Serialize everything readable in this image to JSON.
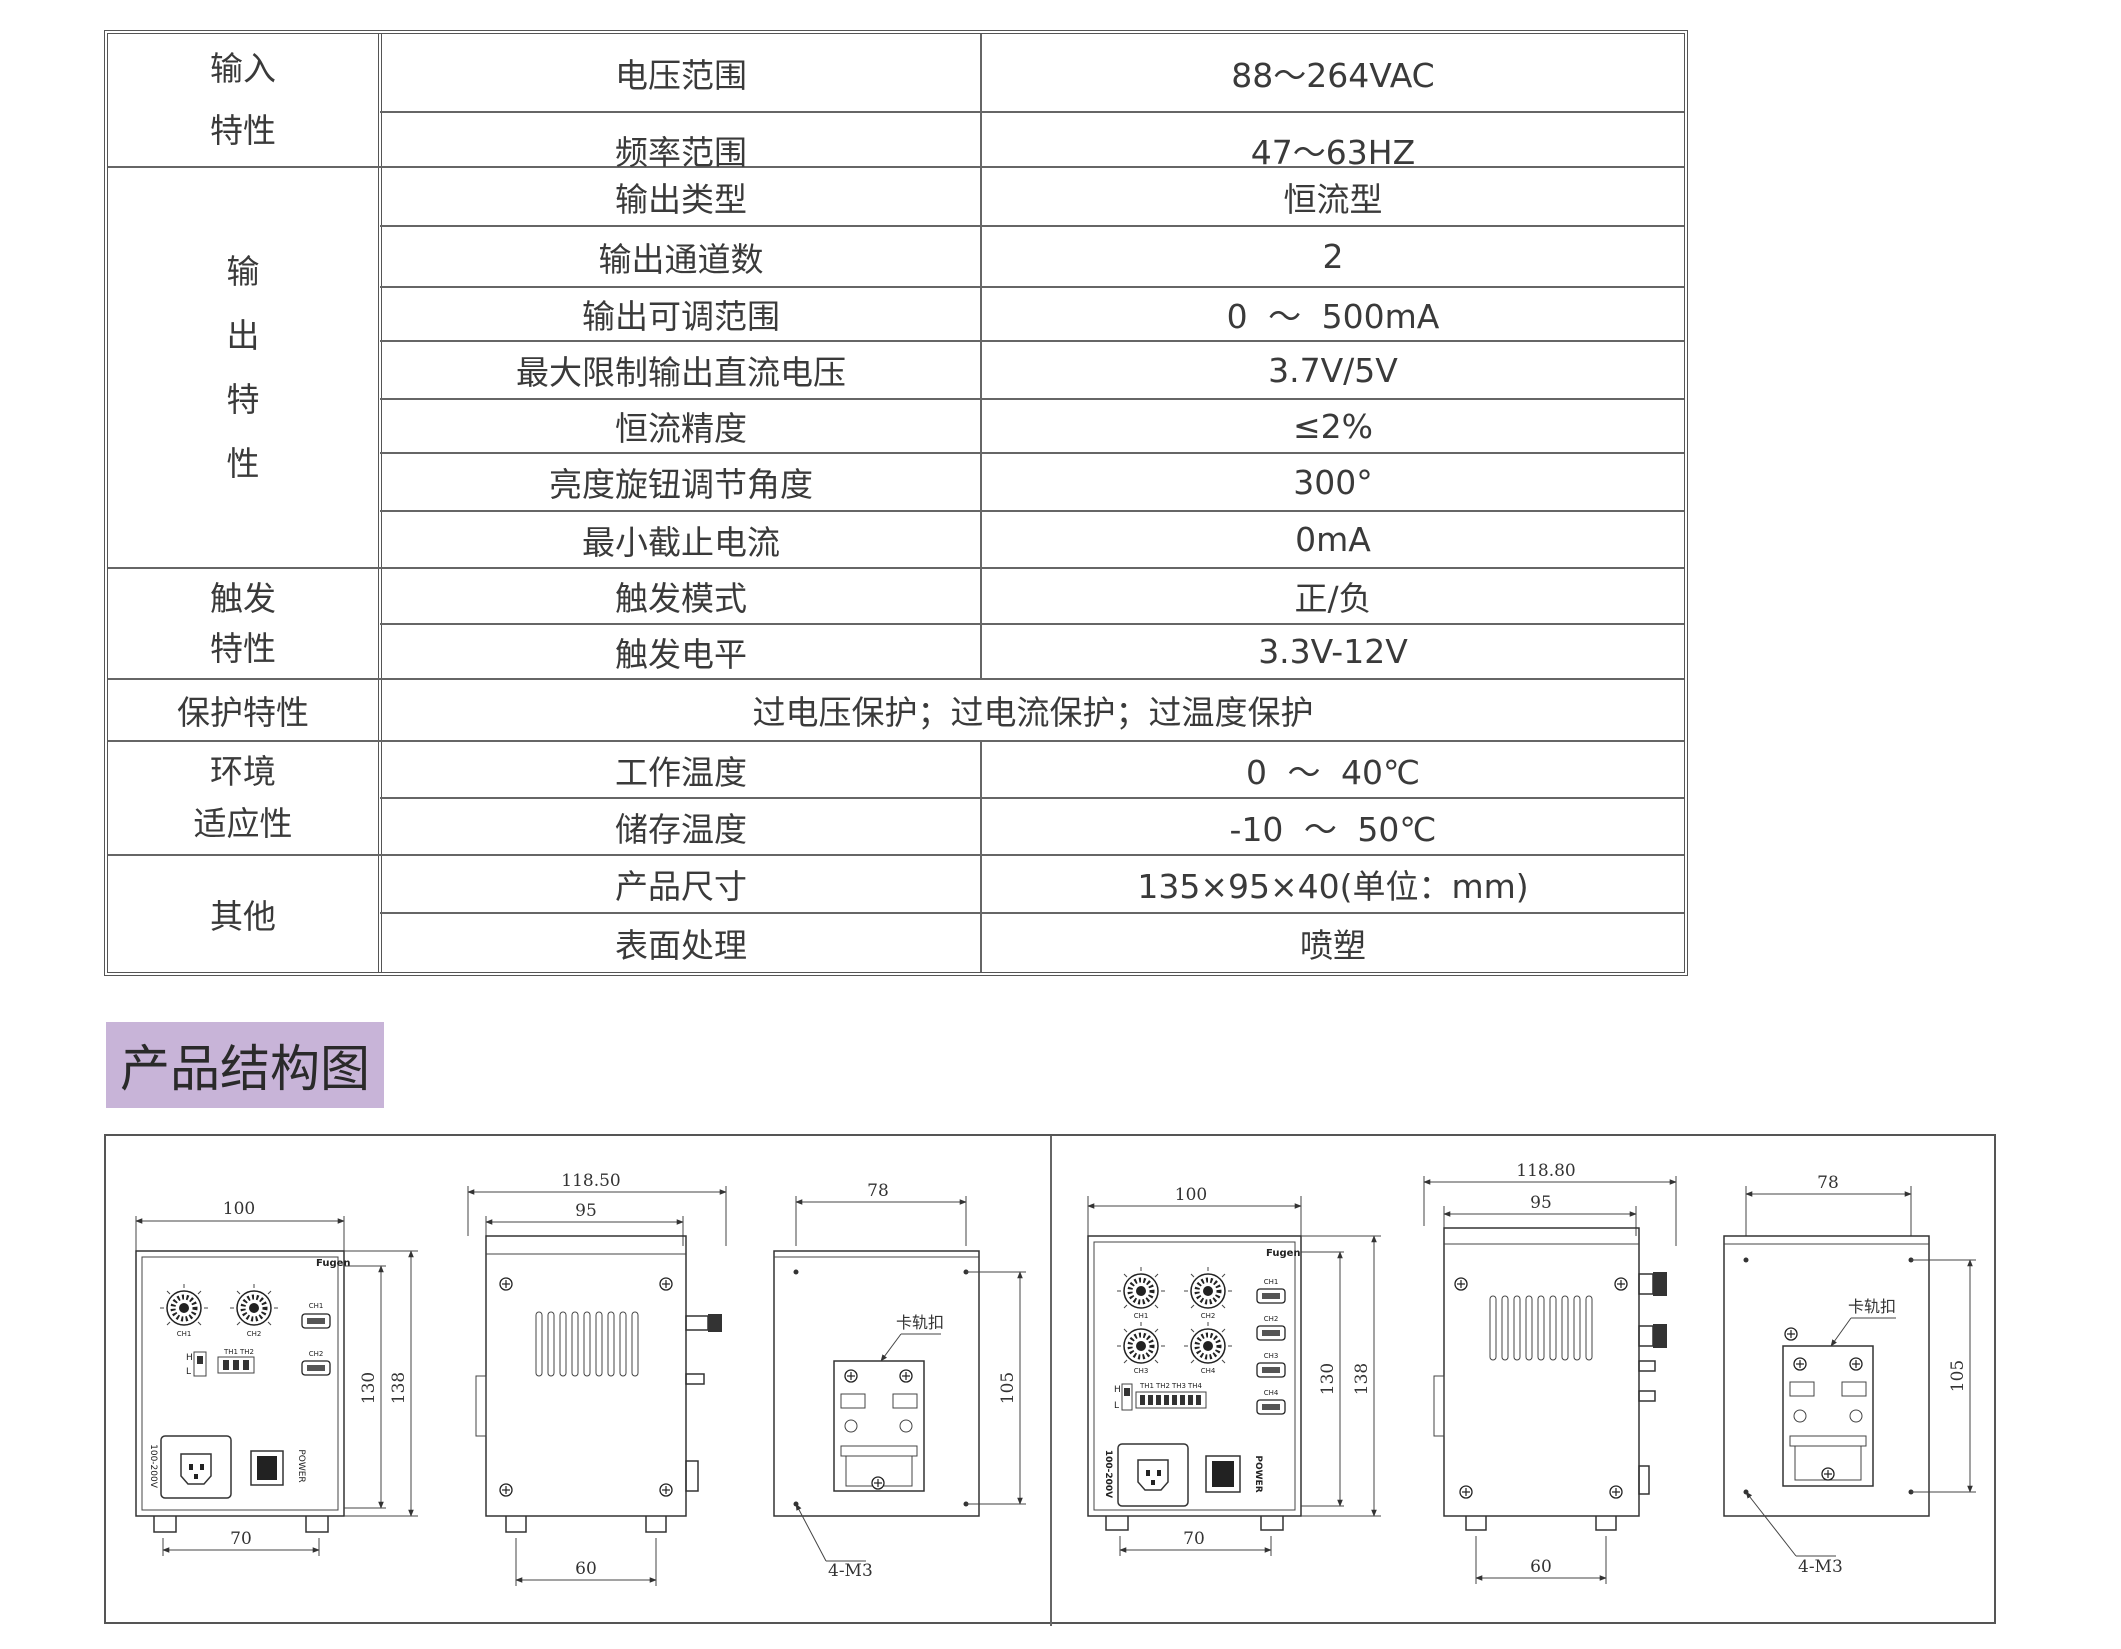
{
  "spec_table": {
    "rows": [
      {
        "param": "电压范围",
        "value": "88～264VAC"
      },
      {
        "param": "频率范围",
        "value": "47～63HZ"
      },
      {
        "param": "输出类型",
        "value": "恒流型"
      },
      {
        "param": "输出通道数",
        "value": "2"
      },
      {
        "param": "输出可调范围",
        "value": "0 ～ 500mA"
      },
      {
        "param": "最大限制输出直流电压",
        "value": "3.7V/5V"
      },
      {
        "param": "恒流精度",
        "value": "≤2%"
      },
      {
        "param": "亮度旋钮调节角度",
        "value": "300°"
      },
      {
        "param": "最小截止电流",
        "value": "0mA"
      },
      {
        "param": "触发模式",
        "value": "正/负"
      },
      {
        "param": "触发电平",
        "value": "3.3V-12V"
      },
      {
        "param": "工作温度",
        "value": "0 ～ 40℃"
      },
      {
        "param": "储存温度",
        "value": "-10 ～ 50℃"
      },
      {
        "param": "产品尺寸",
        "value": "135×95×40(单位：mm)"
      },
      {
        "param": "表面处理",
        "value": "喷塑"
      }
    ],
    "categories": {
      "input": [
        "输入",
        "特性"
      ],
      "output": [
        "输",
        "出",
        "特",
        "性"
      ],
      "trigger": [
        "触发",
        "特性"
      ],
      "protection": "保护特性",
      "environment": [
        "环境",
        "适应性"
      ],
      "other": "其他"
    },
    "protection_value": "过电压保护；过电流保护；过温度保护"
  },
  "section_title": "产品结构图",
  "drawings": {
    "left": {
      "front": {
        "width": "100",
        "height_inner": "130",
        "height_outer": "138",
        "bottom": "70",
        "ch1": "CH1",
        "ch2": "CH2",
        "label_h": "H",
        "label_l": "L",
        "th1": "TH1",
        "th2": "TH2",
        "voltage": "100-200V",
        "power": "POWER"
      },
      "side": {
        "top_outer": "118.50",
        "top_inner": "95",
        "bottom": "60"
      },
      "back": {
        "top": "78",
        "height": "105",
        "clip": "卡轨扣",
        "holes": "4-M3"
      }
    },
    "right": {
      "front": {
        "width": "100",
        "height_inner": "130",
        "height_outer": "138",
        "bottom": "70",
        "ch1": "CH1",
        "ch2": "CH2",
        "ch3": "CH3",
        "ch4": "CH4",
        "label_h": "H",
        "label_l": "L",
        "th1": "TH1",
        "th2": "TH2",
        "th3": "TH3",
        "th4": "TH4",
        "voltage": "100-200V",
        "power": "POWER"
      },
      "side": {
        "top_outer": "118.80",
        "top_inner": "95",
        "bottom": "60"
      },
      "back": {
        "top": "78",
        "height": "105",
        "clip": "卡轨扣",
        "holes": "4-M3"
      }
    }
  }
}
